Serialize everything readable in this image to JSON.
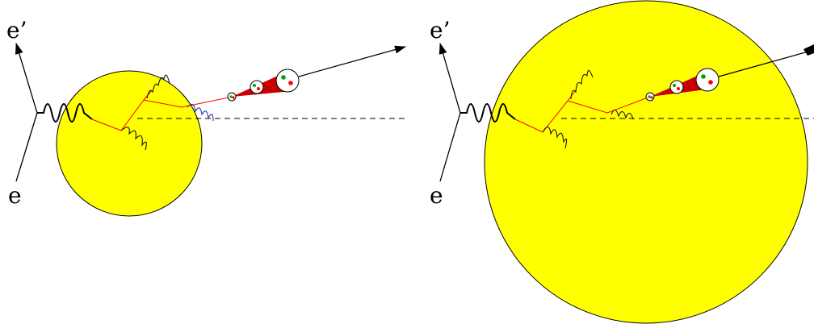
{
  "panels": [
    {
      "id": "left",
      "incoming_label": "e",
      "outgoing_label": "e’"
    },
    {
      "id": "right",
      "incoming_label": "e",
      "outgoing_label": "e’"
    }
  ],
  "colors": {
    "nucleus_fill": "#ffff00",
    "quark_line": "#ff0000",
    "gluon_dark": "#1a1a1a",
    "gluon_blue": "#2233aa",
    "hadron_cone": "#c80000",
    "color_charge_green": "#00a000",
    "color_charge_red": "#ff0000"
  }
}
